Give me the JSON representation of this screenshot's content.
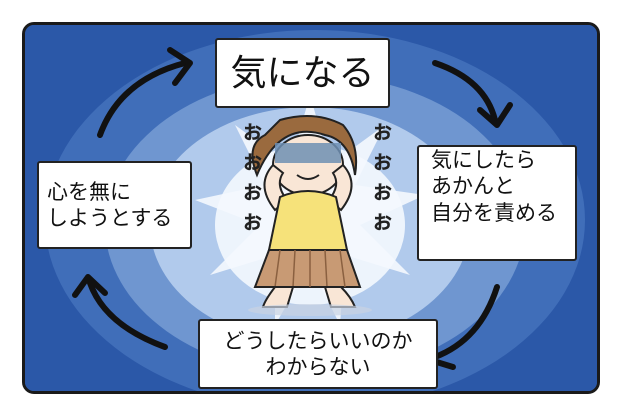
{
  "cycle": {
    "top": "気になる",
    "right_lines": [
      "気にしたら",
      "あかんと",
      "自分を責める"
    ],
    "bottom_lines": [
      "どうしたらいいのか",
      "わからない"
    ],
    "left_lines": [
      "心を無に",
      "しようとする"
    ]
  },
  "sfx": "ぉぉぉぉ",
  "colors": {
    "background_blue": "#2b58a8",
    "burst_light": "#dfe9f7",
    "shirt_yellow": "#f6e27a",
    "skirt_brown": "#c89a74",
    "hair_brown": "#9a6a3e"
  }
}
